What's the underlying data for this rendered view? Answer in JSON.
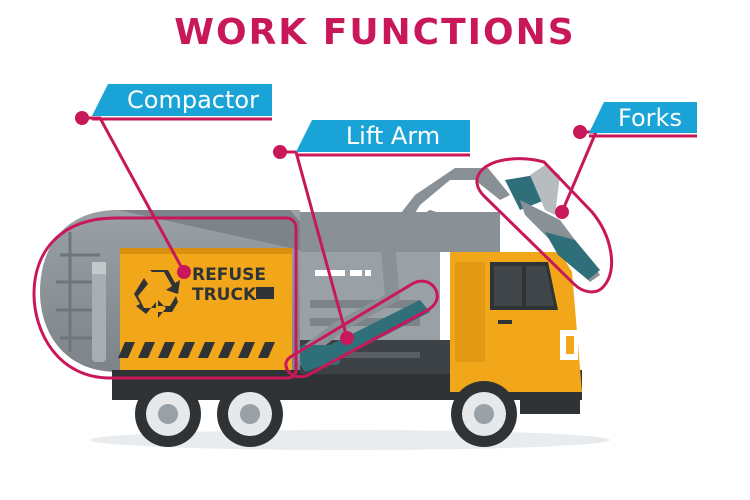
{
  "title": "WORK FUNCTIONS",
  "labels": {
    "compactor": "Compactor",
    "lift_arm": "Lift Arm",
    "forks": "Forks"
  },
  "truck_text": {
    "line1": "REFUSE",
    "line2": "TRUCK"
  },
  "colors": {
    "title": "#c8185a",
    "callout_line": "#c8185a",
    "label_bg": "#1aa3d6",
    "body_yellow": "#f2a71b",
    "body_gray": "#8a9196",
    "chassis": "#2f3336",
    "teal": "#2f6f7a"
  },
  "icons": [
    "recycle-icon"
  ]
}
